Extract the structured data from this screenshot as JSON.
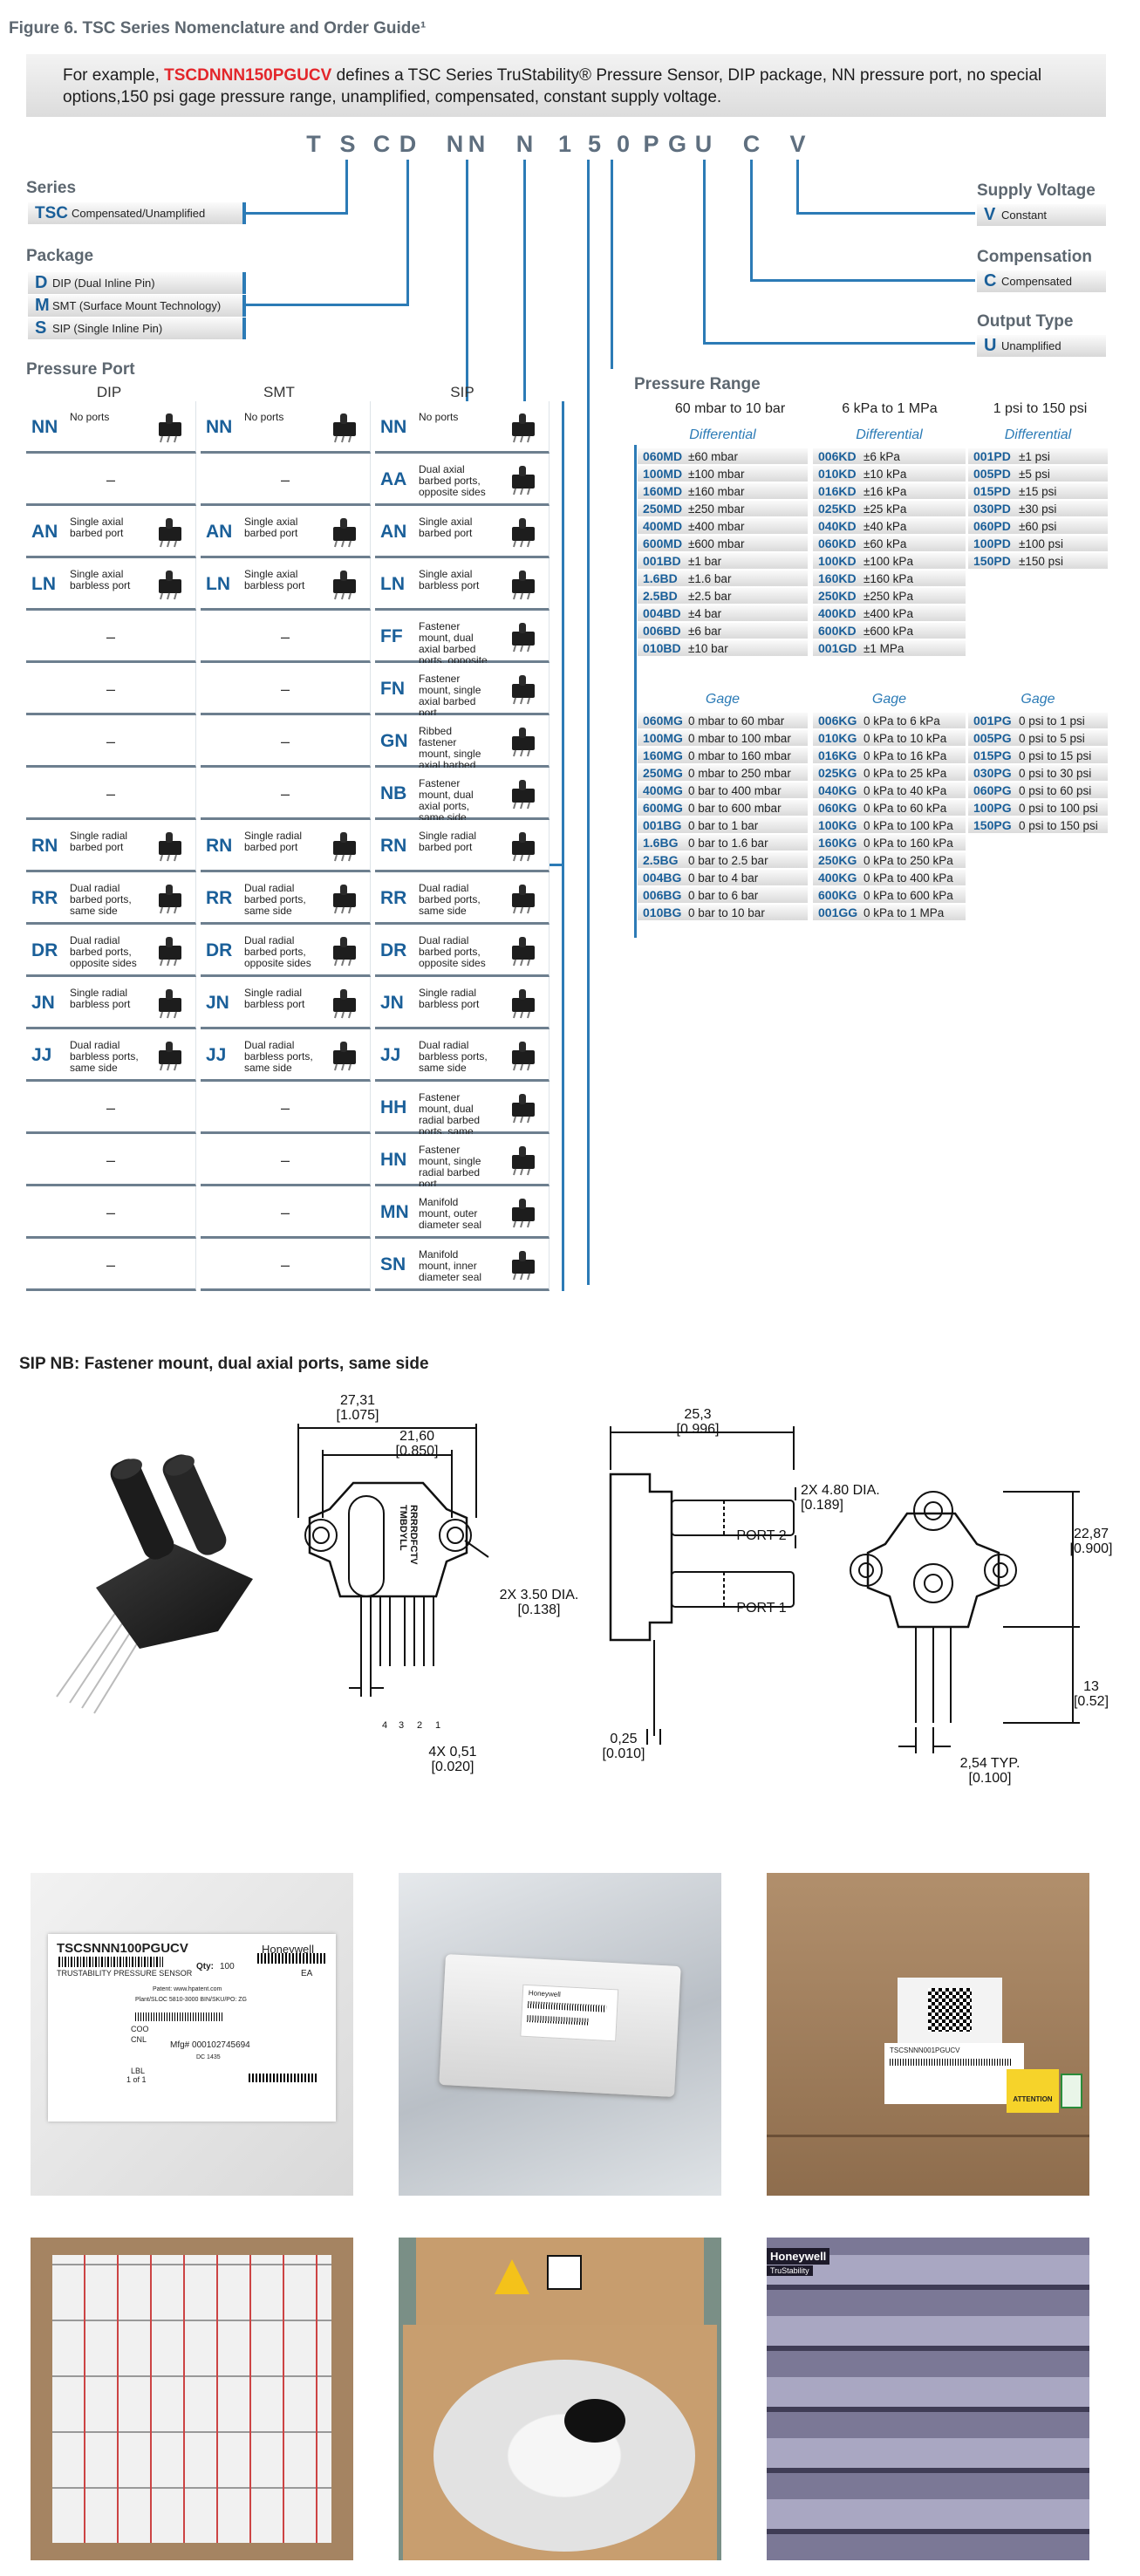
{
  "figure_title": "Figure 6. TSC Series Nomenclature and Order Guide¹",
  "example": {
    "prefix": "For example,",
    "code": "TSCDNNN150PGUCV",
    "line1_rest": "defines a TSC Series TruStability® Pressure Sensor, DIP package, NN pressure port, no special",
    "line2": "options,150 psi gage pressure range, unamplified, compensated, constant supply voltage."
  },
  "part_number_letters": [
    "T",
    "S",
    "C",
    "D",
    "N",
    "N",
    "N",
    "1",
    "5",
    "0",
    "P",
    "G",
    "U",
    "C",
    "V"
  ],
  "series": {
    "title": "Series",
    "options": [
      {
        "code": "TSC",
        "desc": "Compensated/Unamplified"
      }
    ]
  },
  "package": {
    "title": "Package",
    "options": [
      {
        "code": "D",
        "desc": "DIP (Dual Inline Pin)"
      },
      {
        "code": "M",
        "desc": "SMT (Surface Mount Technology)"
      },
      {
        "code": "S",
        "desc": "SIP (Single Inline Pin)"
      }
    ]
  },
  "supply_voltage": {
    "title": "Supply Voltage",
    "options": [
      {
        "code": "V",
        "desc": "Constant"
      }
    ]
  },
  "compensation": {
    "title": "Compensation",
    "options": [
      {
        "code": "C",
        "desc": "Compensated"
      }
    ]
  },
  "output_type": {
    "title": "Output Type",
    "options": [
      {
        "code": "U",
        "desc": "Unamplified"
      }
    ]
  },
  "pressure_port": {
    "title": "Pressure Port",
    "columns": [
      "DIP",
      "SMT",
      "SIP"
    ],
    "dash": "–",
    "rows": [
      {
        "dip": {
          "code": "NN",
          "desc": "No ports"
        },
        "smt": {
          "code": "NN",
          "desc": "No ports"
        },
        "sip": {
          "code": "NN",
          "desc": "No ports"
        }
      },
      {
        "dip": null,
        "smt": null,
        "sip": {
          "code": "AA",
          "desc": "Dual axial barbed ports, opposite sides"
        }
      },
      {
        "dip": {
          "code": "AN",
          "desc": "Single axial barbed port"
        },
        "smt": {
          "code": "AN",
          "desc": "Single axial barbed port"
        },
        "sip": {
          "code": "AN",
          "desc": "Single axial barbed port"
        }
      },
      {
        "dip": {
          "code": "LN",
          "desc": "Single axial barbless port"
        },
        "smt": {
          "code": "LN",
          "desc": "Single axial barbless port"
        },
        "sip": {
          "code": "LN",
          "desc": "Single axial barbless port"
        }
      },
      {
        "dip": null,
        "smt": null,
        "sip": {
          "code": "FF",
          "desc": "Fastener mount, dual axial barbed ports, opposite sides"
        }
      },
      {
        "dip": null,
        "smt": null,
        "sip": {
          "code": "FN",
          "desc": "Fastener mount, single axial barbed port"
        }
      },
      {
        "dip": null,
        "smt": null,
        "sip": {
          "code": "GN",
          "desc": "Ribbed fastener mount, single axial barbed port"
        }
      },
      {
        "dip": null,
        "smt": null,
        "sip": {
          "code": "NB",
          "desc": "Fastener mount, dual axial ports, same side"
        }
      },
      {
        "dip": {
          "code": "RN",
          "desc": "Single radial barbed port"
        },
        "smt": {
          "code": "RN",
          "desc": "Single radial barbed port"
        },
        "sip": {
          "code": "RN",
          "desc": "Single radial barbed port"
        }
      },
      {
        "dip": {
          "code": "RR",
          "desc": "Dual radial barbed ports, same side"
        },
        "smt": {
          "code": "RR",
          "desc": "Dual radial barbed ports, same side"
        },
        "sip": {
          "code": "RR",
          "desc": "Dual radial barbed ports, same side"
        }
      },
      {
        "dip": {
          "code": "DR",
          "desc": "Dual radial barbed ports, opposite sides"
        },
        "smt": {
          "code": "DR",
          "desc": "Dual radial barbed ports, opposite sides"
        },
        "sip": {
          "code": "DR",
          "desc": "Dual radial barbed ports, opposite sides"
        }
      },
      {
        "dip": {
          "code": "JN",
          "desc": "Single radial barbless port"
        },
        "smt": {
          "code": "JN",
          "desc": "Single radial barbless port"
        },
        "sip": {
          "code": "JN",
          "desc": "Single radial barbless port"
        }
      },
      {
        "dip": {
          "code": "JJ",
          "desc": "Dual radial barbless ports, same side"
        },
        "smt": {
          "code": "JJ",
          "desc": "Dual radial barbless ports, same side"
        },
        "sip": {
          "code": "JJ",
          "desc": "Dual radial barbless ports, same side"
        }
      },
      {
        "dip": null,
        "smt": null,
        "sip": {
          "code": "HH",
          "desc": "Fastener mount, dual radial barbed ports, same side"
        }
      },
      {
        "dip": null,
        "smt": null,
        "sip": {
          "code": "HN",
          "desc": "Fastener mount, single radial barbed port"
        }
      },
      {
        "dip": null,
        "smt": null,
        "sip": {
          "code": "MN",
          "desc": "Manifold mount, outer diameter seal"
        }
      },
      {
        "dip": null,
        "smt": null,
        "sip": {
          "code": "SN",
          "desc": "Manifold mount, inner diameter seal"
        }
      }
    ]
  },
  "pressure_range": {
    "title": "Pressure Range",
    "column_titles": [
      "60 mbar to 10 bar",
      "6 kPa to 1 MPa",
      "1 psi to 150 psi"
    ],
    "differential_label": "Differential",
    "gage_label": "Gage",
    "differential": [
      [
        [
          "060MD",
          "±60 mbar"
        ],
        [
          "100MD",
          "±100 mbar"
        ],
        [
          "160MD",
          "±160 mbar"
        ],
        [
          "250MD",
          "±250 mbar"
        ],
        [
          "400MD",
          "±400 mbar"
        ],
        [
          "600MD",
          "±600 mbar"
        ],
        [
          "001BD",
          "±1 bar"
        ],
        [
          "1.6BD",
          "±1.6 bar"
        ],
        [
          "2.5BD",
          "±2.5 bar"
        ],
        [
          "004BD",
          "±4 bar"
        ],
        [
          "006BD",
          "±6 bar"
        ],
        [
          "010BD",
          "±10 bar"
        ]
      ],
      [
        [
          "006KD",
          "±6 kPa"
        ],
        [
          "010KD",
          "±10 kPa"
        ],
        [
          "016KD",
          "±16 kPa"
        ],
        [
          "025KD",
          "±25 kPa"
        ],
        [
          "040KD",
          "±40 kPa"
        ],
        [
          "060KD",
          "±60 kPa"
        ],
        [
          "100KD",
          "±100 kPa"
        ],
        [
          "160KD",
          "±160 kPa"
        ],
        [
          "250KD",
          "±250 kPa"
        ],
        [
          "400KD",
          "±400 kPa"
        ],
        [
          "600KD",
          "±600 kPa"
        ],
        [
          "001GD",
          "±1 MPa"
        ]
      ],
      [
        [
          "001PD",
          "±1 psi"
        ],
        [
          "005PD",
          "±5 psi"
        ],
        [
          "015PD",
          "±15 psi"
        ],
        [
          "030PD",
          "±30 psi"
        ],
        [
          "060PD",
          "±60 psi"
        ],
        [
          "100PD",
          "±100 psi"
        ],
        [
          "150PD",
          "±150 psi"
        ]
      ]
    ],
    "gage": [
      [
        [
          "060MG",
          "0 mbar to 60 mbar"
        ],
        [
          "100MG",
          "0 mbar to 100 mbar"
        ],
        [
          "160MG",
          "0 mbar to 160 mbar"
        ],
        [
          "250MG",
          "0 mbar to 250 mbar"
        ],
        [
          "400MG",
          "0 bar to 400 mbar"
        ],
        [
          "600MG",
          "0 bar to 600 mbar"
        ],
        [
          "001BG",
          "0 bar to 1 bar"
        ],
        [
          "1.6BG",
          "0 bar to 1.6 bar"
        ],
        [
          "2.5BG",
          "0 bar to 2.5 bar"
        ],
        [
          "004BG",
          "0 bar to 4 bar"
        ],
        [
          "006BG",
          "0 bar to 6 bar"
        ],
        [
          "010BG",
          "0 bar to 10 bar"
        ]
      ],
      [
        [
          "006KG",
          "0 kPa to 6 kPa"
        ],
        [
          "010KG",
          "0 kPa to 10 kPa"
        ],
        [
          "016KG",
          "0 kPa to 16 kPa"
        ],
        [
          "025KG",
          "0 kPa to 25 kPa"
        ],
        [
          "040KG",
          "0 kPa to 40 kPa"
        ],
        [
          "060KG",
          "0 kPa to 60 kPa"
        ],
        [
          "100KG",
          "0 kPa to 100 kPa"
        ],
        [
          "160KG",
          "0 kPa to 160 kPa"
        ],
        [
          "250KG",
          "0 kPa to 250 kPa"
        ],
        [
          "400KG",
          "0 kPa to 400 kPa"
        ],
        [
          "600KG",
          "0 kPa to 600 kPa"
        ],
        [
          "001GG",
          "0 kPa to 1 MPa"
        ]
      ],
      [
        [
          "001PG",
          "0 psi to 1 psi"
        ],
        [
          "005PG",
          "0 psi to 5 psi"
        ],
        [
          "015PG",
          "0 psi to 15 psi"
        ],
        [
          "030PG",
          "0 psi to 30 psi"
        ],
        [
          "060PG",
          "0 psi to 60 psi"
        ],
        [
          "100PG",
          "0 psi to 100 psi"
        ],
        [
          "150PG",
          "0 psi to 150 psi"
        ]
      ]
    ]
  },
  "drawing": {
    "title": "SIP NB: Fastener mount, dual axial ports, same side",
    "dims": {
      "width_outer": [
        "27,31",
        "[1.075]"
      ],
      "width_inner": [
        "21,60",
        "[0.850]"
      ],
      "hole": [
        "2X 3.50 DIA.",
        "[0.138]"
      ],
      "pin_width": [
        "4X 0,51",
        "[0.020]"
      ],
      "depth": [
        "25,3",
        "[0.996]"
      ],
      "port_dia": [
        "2X 4.80 DIA.",
        "[0.189]"
      ],
      "port2": "PORT 2",
      "port1": "PORT 1",
      "lead_thk": [
        "0,25",
        "[0.010]"
      ],
      "height": [
        "22,87",
        "[0.900]"
      ],
      "pin_len": [
        "13",
        "[0.52]"
      ],
      "pitch": [
        "2,54 TYP.",
        "[0.100]"
      ],
      "pin_numbers": [
        "4",
        "3",
        "2",
        "1"
      ],
      "body_marking": [
        "RRRRDFCTV",
        "TMBDYLL"
      ]
    }
  },
  "photos": {
    "label1": {
      "part": "TSCSNNN100PGUCV",
      "brand": "Honeywell",
      "subtitle": "TRUSTABILITY PRESSURE SENSOR",
      "qty_label": "Qty:",
      "qty": "100",
      "unit": "EA",
      "lines": [
        "Patent: www.hpatent.com",
        "Plant/SLOC 5810-3000   BIN/SKU/PO: ZG",
        "COO",
        "CNL",
        "Mfg# 000102745694",
        "DC 1435",
        "LBL",
        "1   of   1"
      ]
    },
    "label2": {
      "brand": "Honeywell"
    },
    "label3": {
      "part": "TSCSNNN001PGUCV",
      "warning": "ATTENTION"
    },
    "tray": {
      "brand": "Honeywell",
      "product": "TruStability"
    }
  },
  "colors": {
    "accent": "#2c7bb6",
    "code_blue": "#1a5f99",
    "code_red": "#e3262b",
    "heading_gray": "#5d6770"
  }
}
